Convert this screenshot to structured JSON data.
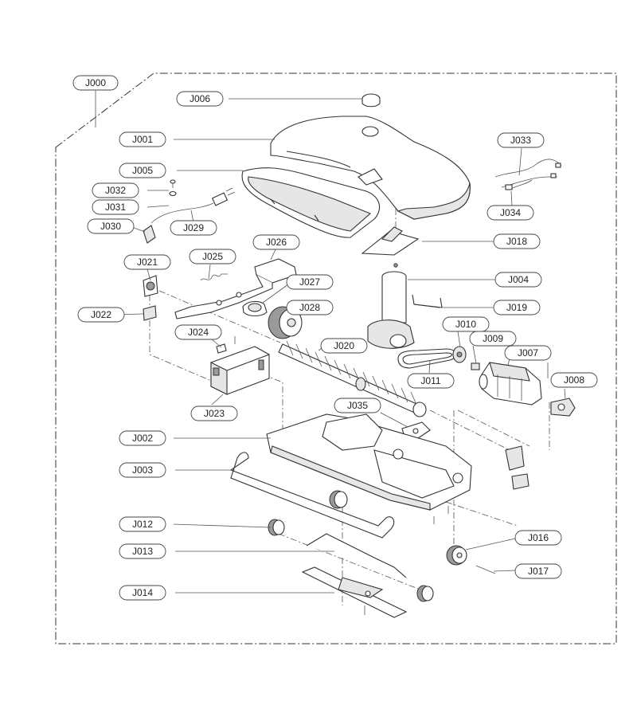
{
  "diagram": {
    "labels": {
      "J000": "J000",
      "J001": "J001",
      "J002": "J002",
      "J003": "J003",
      "J004": "J004",
      "J005": "J005",
      "J006": "J006",
      "J007": "J007",
      "J008": "J008",
      "J009": "J009",
      "J010": "J010",
      "J011": "J011",
      "J012": "J012",
      "J013": "J013",
      "J014": "J014",
      "J016": "J016",
      "J017": "J017",
      "J018": "J018",
      "J019": "J019",
      "J020": "J020",
      "J021": "J021",
      "J022": "J022",
      "J023": "J023",
      "J024": "J024",
      "J025": "J025",
      "J026": "J026",
      "J027": "J027",
      "J028": "J028",
      "J029": "J029",
      "J030": "J030",
      "J031": "J031",
      "J032": "J032",
      "J033": "J033",
      "J034": "J034",
      "J035": "J035"
    },
    "colors": {
      "line": "#333333",
      "fill": "#ffffff",
      "shade": "#e6e6e6"
    }
  }
}
